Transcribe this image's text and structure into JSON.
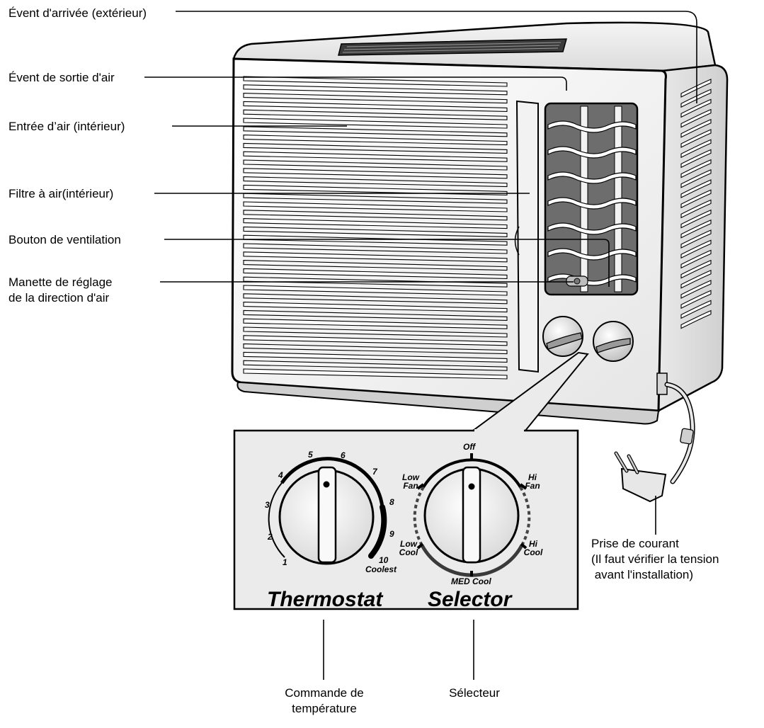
{
  "labels": {
    "inlet_vent": "Évent d'arrivée (extérieur)",
    "outlet_vent": "Évent de sortie d'air",
    "air_intake": "Entrée d’air (intérieur)",
    "air_filter": "Filtre à air(intérieur)",
    "vent_button": "Bouton de ventilation",
    "direction_lever_line1": "Manette de réglage",
    "direction_lever_line2": "de la direction d'air",
    "plug_line1": "Prise de courant",
    "plug_line2": "(Il faut vérifier la tension",
    "plug_line3": " avant l'installation)",
    "temp_control_line1": "Commande de",
    "temp_control_line2": "température",
    "selector_fr": "Sélecteur"
  },
  "control_panel": {
    "thermostat_title": "Thermostat",
    "selector_title": "Selector",
    "thermostat_scale": [
      "1",
      "2",
      "3",
      "4",
      "5",
      "6",
      "7",
      "8",
      "9",
      "10"
    ],
    "thermostat_max": "Coolest",
    "selector_positions": {
      "off": "Off",
      "low_fan_1": "Low",
      "low_fan_2": "Fan",
      "hi_fan_1": "Hi",
      "hi_fan_2": "Fan",
      "low_cool_1": "Low",
      "low_cool_2": "Cool",
      "hi_cool_1": "Hi",
      "hi_cool_2": "Cool",
      "med_cool": "MED Cool"
    }
  },
  "colors": {
    "panel_bg": "#ebebeb",
    "unit_body": "#f4f4f4",
    "outline": "#000000",
    "dial_arc": "#111111",
    "selector_arc": "#3a3a3a"
  }
}
